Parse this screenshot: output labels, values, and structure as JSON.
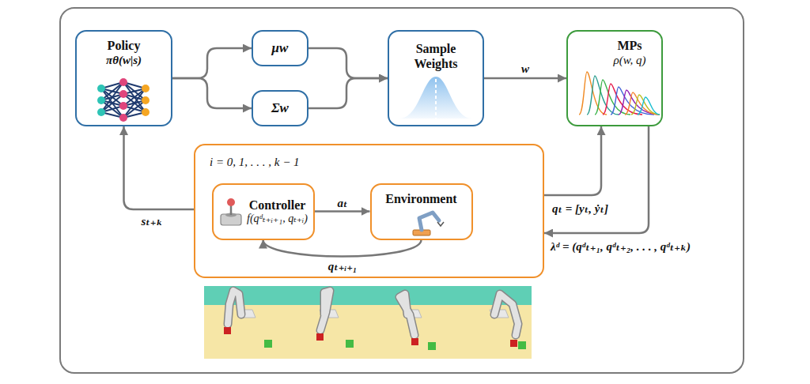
{
  "diagram": {
    "nodes": [
      {
        "text": [
          "Policy",
          "πθ(w|s)"
        ]
      },
      {
        "text": [
          "μw"
        ]
      },
      {
        "text": [
          "Σw"
        ]
      },
      {
        "text": [
          "Sample Weights"
        ]
      },
      {
        "text": [
          "MPs",
          "ρ(w, q)"
        ]
      },
      {
        "text": [
          "i = 0, 1, . . . , k − 1"
        ]
      },
      {
        "text": [
          "Controller",
          "f(qᵈₜ₊ᵢ₊₁, qₜ₊ᵢ)"
        ],
        "in": 5
      },
      {
        "text": [
          "Environment"
        ],
        "in": 5
      }
    ],
    "edges": [
      {
        "from": 0,
        "to": 1,
        "arrow": "to"
      },
      {
        "from": 0,
        "to": 2,
        "arrow": "to"
      },
      {
        "from": 1,
        "to": 3,
        "arrow": "to"
      },
      {
        "from": 2,
        "to": 3,
        "arrow": "to"
      },
      {
        "from": 3,
        "to": 4,
        "label": "w",
        "arrow": "to"
      },
      {
        "from": 6,
        "to": 7,
        "label": "aₜ",
        "arrow": "to"
      },
      {
        "from": 7,
        "to": 6,
        "label": "qₜ₊ᵢ₊₁",
        "arrow": "to"
      },
      {
        "from": 5,
        "to": 0,
        "label": "sₜ₊ₖ",
        "arrow": "to"
      },
      {
        "from": 5,
        "to": 4,
        "label": "qₜ = [yₜ, ẏₜ]",
        "arrow": "to"
      },
      {
        "from": 4,
        "to": 5,
        "label": "λᵈ = (qᵈₜ₊₁, qᵈₜ₊₂, . . . , qᵈₜ₊ₖ)",
        "arrow": "to"
      }
    ]
  }
}
